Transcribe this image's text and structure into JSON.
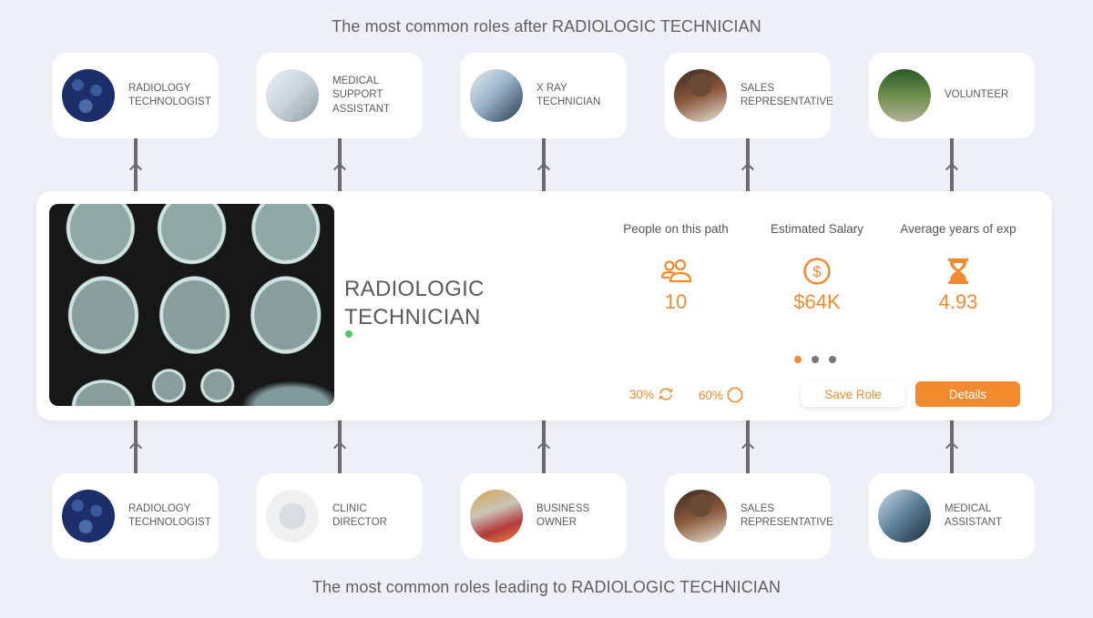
{
  "header": {
    "title_after": "The most common roles after RADIOLOGIC TECHNICIAN",
    "title_leading": "The most common roles leading to RADIOLOGIC TECHNICIAN"
  },
  "roles_after": [
    {
      "label": "RADIOLOGY TECHNOLOGIST",
      "thumb": "radiology"
    },
    {
      "label": "MEDICAL SUPPORT ASSISTANT",
      "thumb": "medsupport"
    },
    {
      "label": "X RAY TECHNICIAN",
      "thumb": "xray"
    },
    {
      "label": "SALES REPRESENTATIVE",
      "thumb": "sales"
    },
    {
      "label": "VOLUNTEER",
      "thumb": "volunteer"
    }
  ],
  "roles_leading": [
    {
      "label": "RADIOLOGY TECHNOLOGIST",
      "thumb": "radiology"
    },
    {
      "label": "CLINIC DIRECTOR",
      "thumb": "clinic"
    },
    {
      "label": "BUSINESS OWNER",
      "thumb": "business"
    },
    {
      "label": "SALES REPRESENTATIVE",
      "thumb": "sales"
    },
    {
      "label": "MEDICAL ASSISTANT",
      "thumb": "medassist"
    }
  ],
  "current_role": {
    "title_line1": "RADIOLOGIC",
    "title_line2": "TECHNICIAN",
    "status_color": "#4cc76a",
    "stats": [
      {
        "label": "People on this path",
        "icon": "people-icon",
        "value": "10"
      },
      {
        "label": "Estimated Salary",
        "icon": "dollar-circle-icon",
        "value": "$64K"
      },
      {
        "label": "Average years of exp",
        "icon": "hourglass-icon",
        "value": "4.93"
      }
    ],
    "pager": {
      "count": 3,
      "active": 0
    },
    "metrics": [
      {
        "value": "30%",
        "icon": "refresh-icon"
      },
      {
        "value": "60%",
        "icon": "octagon-icon"
      }
    ],
    "buttons": {
      "save": "Save Role",
      "details": "Details"
    }
  },
  "colors": {
    "accent": "#f38a2e",
    "background": "#edf0f7",
    "connector": "#6c6c6c",
    "status": "#4cc76a"
  }
}
